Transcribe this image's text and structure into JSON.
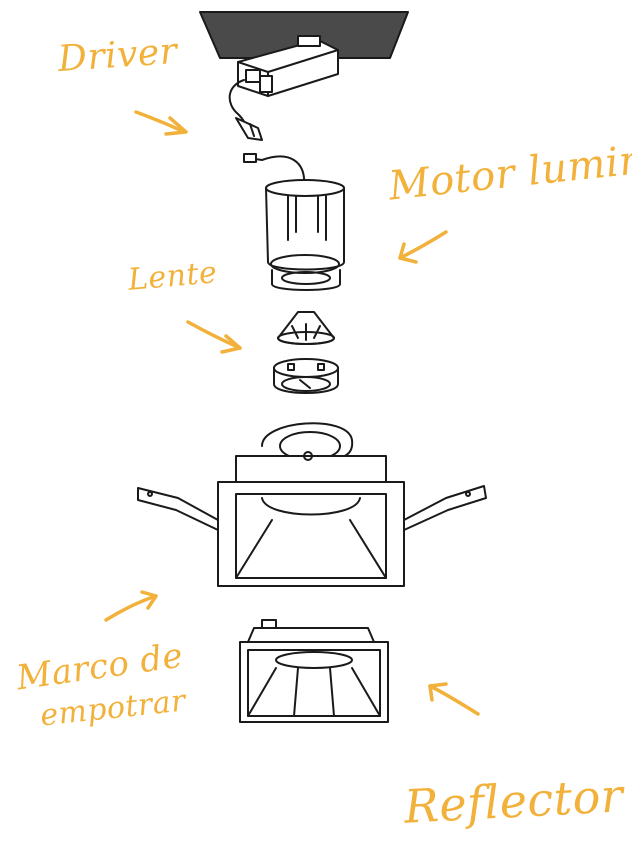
{
  "labels": {
    "driver": "Driver",
    "motor": "Motor luminico",
    "lente": "Lente",
    "marco_line1": "Marco de",
    "marco_line2": "empotrar",
    "reflector": "Reflector"
  },
  "colors": {
    "label": "#f2b13a",
    "ceiling": "#4a4a4a",
    "line": "#1a1a1a"
  },
  "components": [
    "driver-icon",
    "light-engine-icon",
    "lens-icon",
    "lens-holder-icon",
    "recessed-frame-icon",
    "reflector-icon"
  ]
}
